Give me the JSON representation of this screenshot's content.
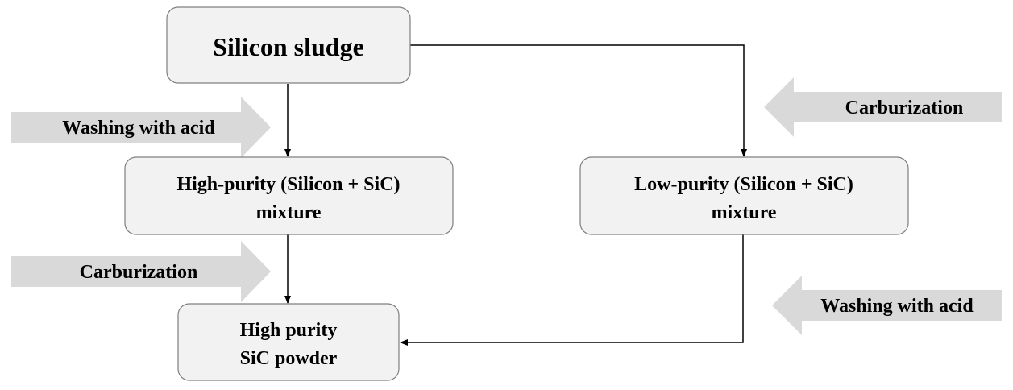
{
  "nodes": {
    "sludge": {
      "lines": [
        "Silicon sludge"
      ]
    },
    "high_mix": {
      "lines": [
        "High-purity (Silicon + SiC)",
        "mixture"
      ]
    },
    "low_mix": {
      "lines": [
        "Low-purity (Silicon + SiC)",
        "mixture"
      ]
    },
    "high_sic": {
      "lines": [
        "High purity",
        "SiC powder"
      ]
    }
  },
  "steps": {
    "left_wash": "Washing with acid",
    "left_carb": "Carburization",
    "right_carb": "Carburization",
    "right_wash": "Washing with acid"
  },
  "colors": {
    "box_fill": "#f2f2f2",
    "box_border": "#7f7f7f",
    "step_arrow": "#d9d9d9",
    "connector": "#000000",
    "text": "#000000"
  }
}
